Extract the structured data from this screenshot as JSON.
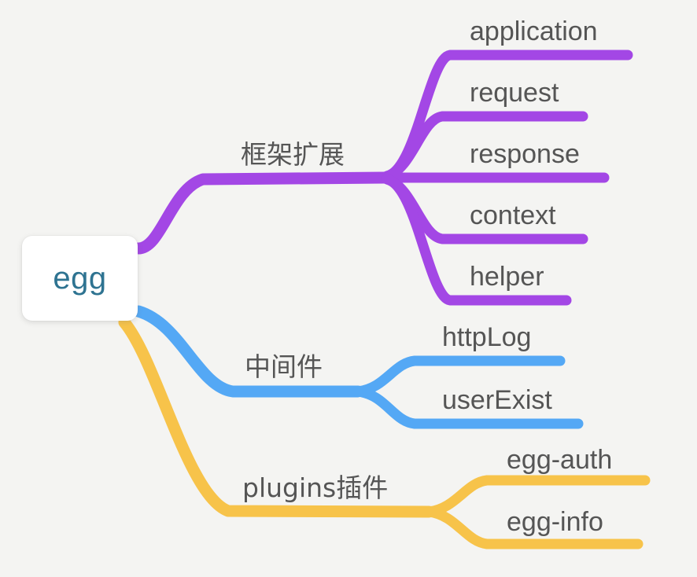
{
  "diagram": {
    "type": "mindmap",
    "background_color": "#f4f4f2",
    "root": {
      "label": "egg",
      "text_color": "#2e7391",
      "box_color": "#ffffff"
    },
    "branches": [
      {
        "label": "框架扩展",
        "color": "#a347e5",
        "children": [
          {
            "label": "application"
          },
          {
            "label": "request"
          },
          {
            "label": "response"
          },
          {
            "label": "context"
          },
          {
            "label": "helper"
          }
        ]
      },
      {
        "label": "中间件",
        "color": "#54a8f5",
        "children": [
          {
            "label": "httpLog"
          },
          {
            "label": "userExist"
          }
        ]
      },
      {
        "label": "plugins插件",
        "color": "#f7c34a",
        "children": [
          {
            "label": "egg-auth"
          },
          {
            "label": "egg-info"
          }
        ]
      }
    ]
  }
}
